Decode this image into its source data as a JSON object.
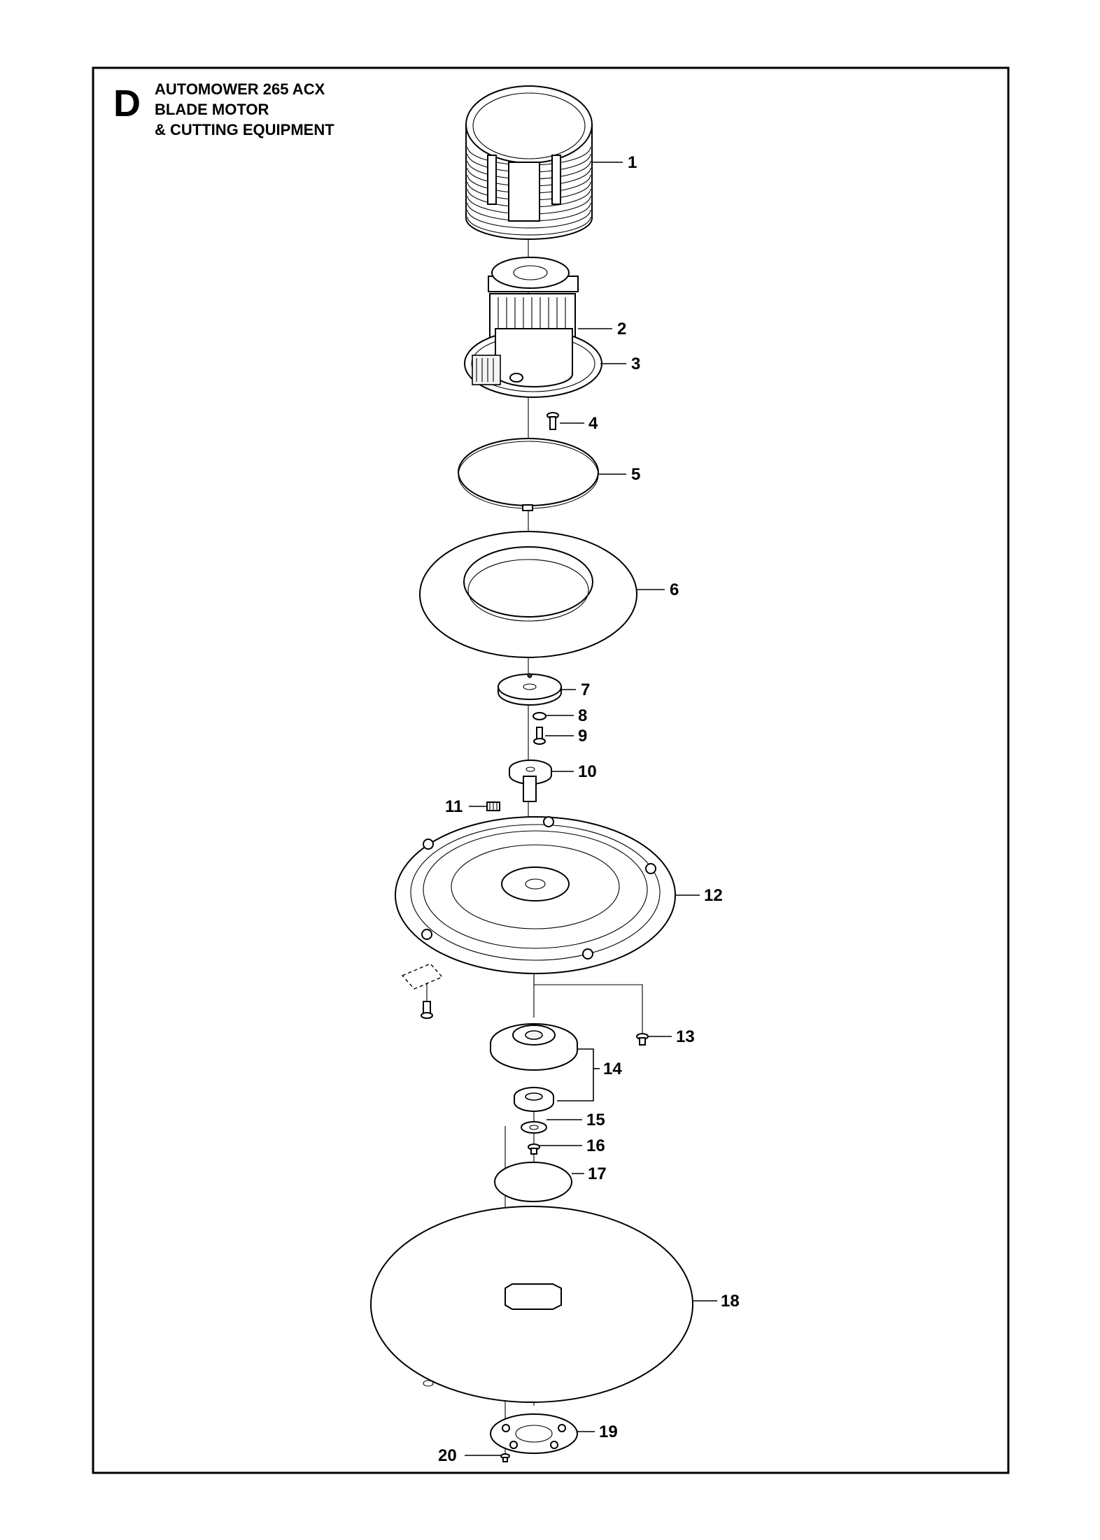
{
  "page": {
    "section_letter": "D",
    "title_lines": [
      "AUTOMOWER 265 ACX",
      "BLADE MOTOR",
      "& CUTTING EQUIPMENT"
    ]
  },
  "parts": [
    {
      "ref": "1"
    },
    {
      "ref": "2"
    },
    {
      "ref": "3"
    },
    {
      "ref": "4"
    },
    {
      "ref": "5"
    },
    {
      "ref": "6"
    },
    {
      "ref": "7"
    },
    {
      "ref": "8"
    },
    {
      "ref": "9"
    },
    {
      "ref": "10"
    },
    {
      "ref": "11"
    },
    {
      "ref": "12"
    },
    {
      "ref": "13"
    },
    {
      "ref": "14"
    },
    {
      "ref": "15"
    },
    {
      "ref": "16"
    },
    {
      "ref": "17"
    },
    {
      "ref": "18"
    },
    {
      "ref": "19"
    },
    {
      "ref": "20"
    }
  ]
}
